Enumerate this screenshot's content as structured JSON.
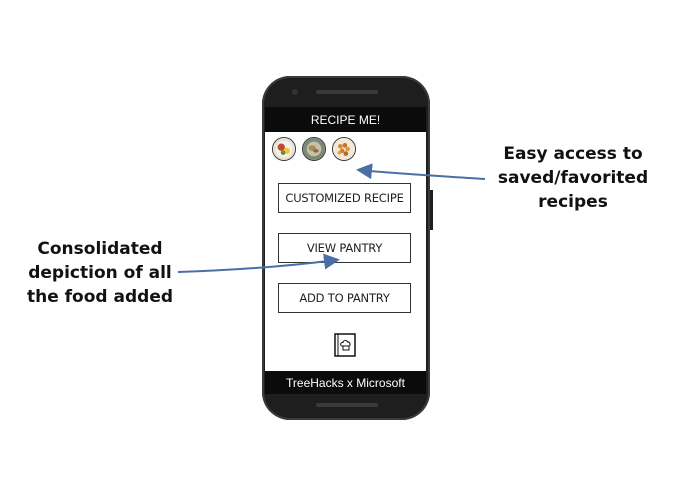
{
  "app": {
    "title": "RECIPE ME!",
    "footer": "TreeHacks x Microsoft"
  },
  "favorites": [
    {
      "name": "favorite-recipe-1"
    },
    {
      "name": "favorite-recipe-2"
    },
    {
      "name": "favorite-recipe-3"
    }
  ],
  "menu": {
    "customized_recipe": "CUSTOMIZED RECIPE",
    "view_pantry": "VIEW PANTRY",
    "add_to_pantry": "ADD TO PANTRY"
  },
  "icons": {
    "bottom": "chef-hat-book-icon"
  },
  "annotations": {
    "right_line1": "Easy access to",
    "right_line2": "saved/favorited",
    "right_line3": "recipes",
    "left_line1": "Consolidated",
    "left_line2": "depiction of all",
    "left_line3": "the food added"
  },
  "colors": {
    "arrow": "#4a6fa5",
    "bar": "#0b0b0b",
    "phone": "#1e1e1e"
  }
}
